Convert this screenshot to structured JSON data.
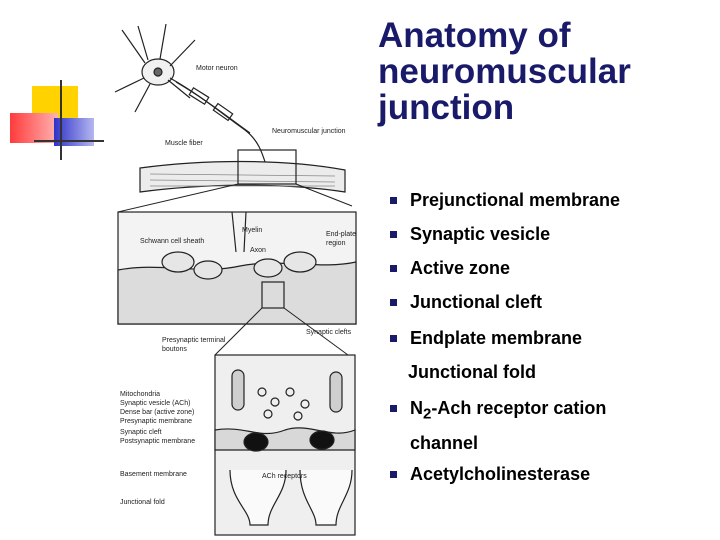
{
  "slide": {
    "title_lines": [
      "Anatomy of",
      "neuromuscular",
      "junction"
    ],
    "bullets": [
      {
        "label": "Prejunctional membrane"
      },
      {
        "label": "Synaptic vesicle"
      },
      {
        "label": "Active zone"
      },
      {
        "label": "Junctional cleft"
      },
      {
        "label": "Endplate membrane"
      }
    ],
    "plain_line": "Junctional fold",
    "receptor_bullet": {
      "prefix": "N",
      "subscript": "2",
      "suffix": "-Ach receptor cation",
      "line2": "channel"
    },
    "last_bullet": {
      "label": "Acetylcholinesterase"
    },
    "colors": {
      "title": "#1a1a6b",
      "bullet": "#1a1a6b",
      "deco_yellow": "#ffd200",
      "deco_red": "#ff3b3b",
      "deco_blue": "#2f33c8"
    }
  },
  "diagram": {
    "labels": {
      "motor_neuron": "Motor neuron",
      "muscle_fiber": "Muscle fiber",
      "nmj": "Neuromuscular junction",
      "myelin": "Myelin",
      "schwann": "Schwann cell sheath",
      "axon": "Axon",
      "endplate_region_1": "End-plate",
      "endplate_region_2": "region",
      "synaptic_clefts": "Synaptic clefts",
      "presynaptic_1": "Presynaptic terminal",
      "presynaptic_2": "boutons",
      "mitochondria": "Mitochondria",
      "synaptic_vesicle": "Synaptic vesicle (ACh)",
      "dense_bar": "Dense bar (active zone)",
      "presynaptic_membrane": "Presynaptic membrane",
      "synaptic_cleft": "Synaptic cleft",
      "postsynaptic_membrane": "Postsynaptic membrane",
      "basement_membrane": "Basement membrane",
      "ach_receptors": "ACh receptors",
      "junctional_fold": "Junctional fold"
    }
  }
}
